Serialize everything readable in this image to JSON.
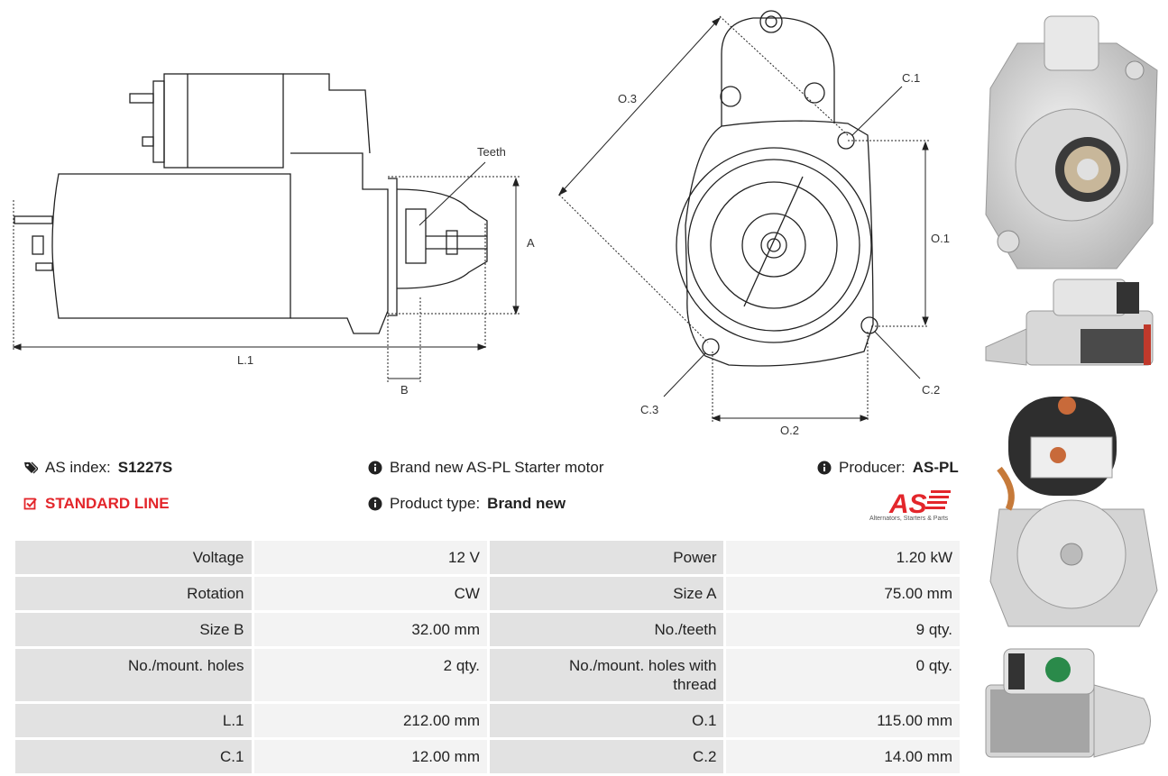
{
  "drawing": {
    "labels": {
      "teeth": "Teeth",
      "a": "A",
      "b": "B",
      "l1": "L.1",
      "o1": "O.1",
      "o2": "O.2",
      "o3": "O.3",
      "c1": "C.1",
      "c2": "C.2",
      "c3": "C.3"
    }
  },
  "info": {
    "as_index_label": "AS index:",
    "as_index_value": "S1227S",
    "line": "STANDARD LINE",
    "description": "Brand new AS-PL Starter motor",
    "product_type_label": "Product type:",
    "product_type_value": "Brand new",
    "producer_label": "Producer:",
    "producer_value": "AS-PL",
    "logo_text": "AS",
    "logo_tagline": "Alternators, Starters & Parts"
  },
  "specs": [
    {
      "k1": "Voltage",
      "v1": "12 V",
      "k2": "Power",
      "v2": "1.20 kW"
    },
    {
      "k1": "Rotation",
      "v1": "CW",
      "k2": "Size A",
      "v2": "75.00 mm"
    },
    {
      "k1": "Size B",
      "v1": "32.00 mm",
      "k2": "No./teeth",
      "v2": "9 qty."
    },
    {
      "k1": "No./mount. holes",
      "v1": "2 qty.",
      "k2": "No./mount. holes with thread",
      "v2": "0 qty."
    },
    {
      "k1": "L.1",
      "v1": "212.00 mm",
      "k2": "O.1",
      "v2": "115.00 mm"
    },
    {
      "k1": "C.1",
      "v1": "12.00 mm",
      "k2": "C.2",
      "v2": "14.00 mm"
    }
  ],
  "colors": {
    "accent": "#e3262b",
    "label_bg": "#e2e2e2",
    "value_bg": "#f3f3f3"
  }
}
